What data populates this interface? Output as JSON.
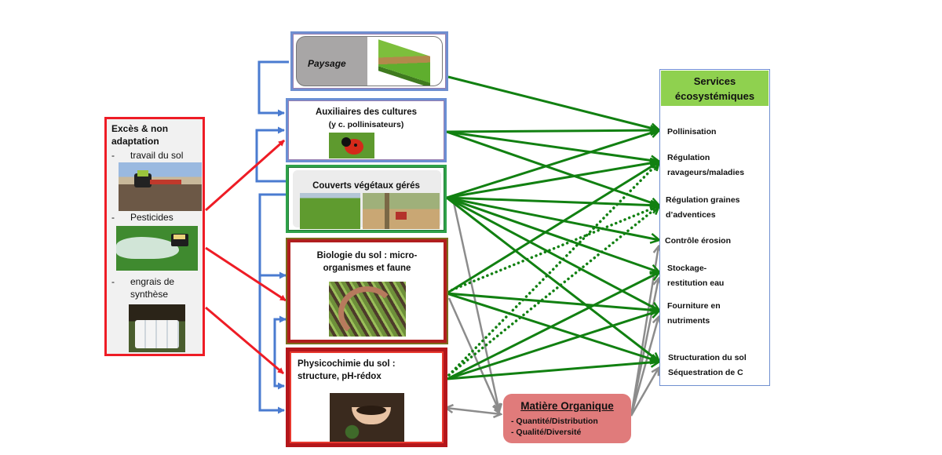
{
  "diagram": {
    "left_box": {
      "title": "Excès & non adaptation",
      "items": [
        {
          "dash": "-",
          "label": "travail du sol",
          "image": "tractor-plowing-photo"
        },
        {
          "dash": "-",
          "label": "Pesticides",
          "image": "pesticide-spraying-photo"
        },
        {
          "dash": "-",
          "label": "engrais de synthèse",
          "image": "fertilizer-bags-photo"
        }
      ]
    },
    "middle_boxes": {
      "paysage": {
        "label": "Paysage",
        "image": "landscape-illustration"
      },
      "auxiliaires": {
        "line1": "Auxiliaires des cultures",
        "line2": "(y c. pollinisateurs)",
        "image": "ladybug-photo"
      },
      "couverts": {
        "label": "Couverts végétaux gérés",
        "images": [
          "cover-crop-photo",
          "agroforestry-photo"
        ]
      },
      "biologie": {
        "line1": "Biologie du sol : micro-",
        "line2": "organismes et faune",
        "image": "earthworm-photo"
      },
      "physicochimie": {
        "line1": "Physicochimie du sol :",
        "line2": "structure, pH-rédox",
        "image": "soil-in-hands-photo"
      }
    },
    "matiere_organique": {
      "title": "Matière Organique",
      "lines": [
        "- Quantité/Distribution",
        "- Qualité/Diversité"
      ]
    },
    "services": {
      "title_line1": "Services",
      "title_line2": "écosystémiques",
      "items": [
        {
          "id": "pollinisation",
          "lines": [
            "Pollinisation"
          ]
        },
        {
          "id": "ravageurs",
          "lines": [
            "Régulation",
            "ravageurs/maladies"
          ]
        },
        {
          "id": "adventices",
          "lines": [
            "Régulation graines",
            "d’adventices"
          ]
        },
        {
          "id": "erosion",
          "lines": [
            "Contrôle érosion"
          ]
        },
        {
          "id": "eau",
          "lines": [
            "Stockage-",
            "restitution eau"
          ]
        },
        {
          "id": "nutriments",
          "lines": [
            "Fourniture en",
            "nutriments"
          ]
        },
        {
          "id": "structuration",
          "lines": [
            "Structuration du sol",
            "Séquestration de C"
          ]
        }
      ]
    },
    "colors": {
      "pressure_arrow": "#ee1c25",
      "interaction_arrow": "#4a7bd0",
      "service_arrow": "#118011",
      "organic_matter_arrow": "#8c8c8c",
      "services_header": "#8fd14f",
      "organic_matter_fill": "#e07b7b"
    },
    "links": {
      "pressures": [
        {
          "from": "exces",
          "to": "auxiliaires"
        },
        {
          "from": "exces",
          "to": "biologie"
        },
        {
          "from": "exces",
          "to": "physicochimie"
        }
      ],
      "interactions": [
        {
          "from": "paysage",
          "to": "auxiliaires"
        },
        {
          "from": "couverts",
          "to": "auxiliaires"
        },
        {
          "from": "couverts",
          "to": "biologie"
        },
        {
          "from": "couverts",
          "to": "physicochimie"
        },
        {
          "from": "biologie",
          "to": "physicochimie"
        },
        {
          "from": "physicochimie",
          "to": "biologie"
        }
      ],
      "services_solid": [
        {
          "from": "paysage",
          "to": "pollinisation"
        },
        {
          "from": "auxiliaires",
          "to": "pollinisation"
        },
        {
          "from": "auxiliaires",
          "to": "ravageurs"
        },
        {
          "from": "auxiliaires",
          "to": "adventices"
        },
        {
          "from": "couverts",
          "to": "pollinisation"
        },
        {
          "from": "couverts",
          "to": "ravageurs"
        },
        {
          "from": "couverts",
          "to": "adventices"
        },
        {
          "from": "couverts",
          "to": "erosion"
        },
        {
          "from": "couverts",
          "to": "eau"
        },
        {
          "from": "couverts",
          "to": "nutriments"
        },
        {
          "from": "couverts",
          "to": "structuration"
        },
        {
          "from": "biologie",
          "to": "ravageurs"
        },
        {
          "from": "biologie",
          "to": "nutriments"
        },
        {
          "from": "biologie",
          "to": "structuration"
        },
        {
          "from": "physicochimie",
          "to": "eau"
        },
        {
          "from": "physicochimie",
          "to": "nutriments"
        },
        {
          "from": "physicochimie",
          "to": "structuration"
        }
      ],
      "services_dotted": [
        {
          "from": "biologie",
          "to": "adventices"
        },
        {
          "from": "physicochimie",
          "to": "ravageurs"
        },
        {
          "from": "physicochimie",
          "to": "adventices"
        }
      ],
      "organic_matter": [
        {
          "from": "couverts",
          "to": "matiere_organique"
        },
        {
          "from": "biologie",
          "to": "matiere_organique"
        },
        {
          "from": "physicochimie",
          "to": "matiere_organique",
          "bidirectional": true
        },
        {
          "from": "matiere_organique",
          "to": "erosion"
        },
        {
          "from": "matiere_organique",
          "to": "eau"
        },
        {
          "from": "matiere_organique",
          "to": "nutriments"
        },
        {
          "from": "matiere_organique",
          "to": "structuration"
        }
      ]
    }
  }
}
